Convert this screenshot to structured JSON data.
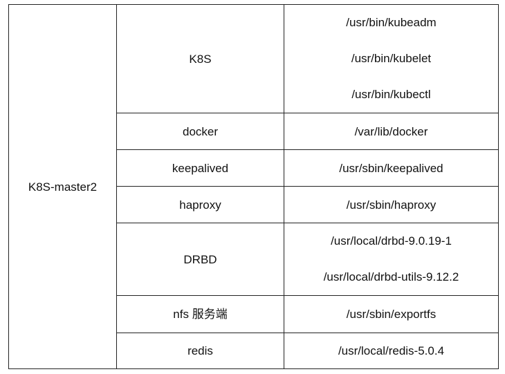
{
  "host": "K8S-master2",
  "rows": [
    {
      "service": "K8S",
      "paths": [
        "/usr/bin/kubeadm",
        "/usr/bin/kubelet",
        "/usr/bin/kubectl"
      ]
    },
    {
      "service": "docker",
      "paths": [
        "/var/lib/docker"
      ]
    },
    {
      "service": "keepalived",
      "paths": [
        "/usr/sbin/keepalived"
      ]
    },
    {
      "service": "haproxy",
      "paths": [
        "/usr/sbin/haproxy"
      ]
    },
    {
      "service": "DRBD",
      "paths": [
        "/usr/local/drbd-9.0.19-1",
        "/usr/local/drbd-utils-9.12.2"
      ]
    },
    {
      "service": "nfs 服务端",
      "paths": [
        "/usr/sbin/exportfs"
      ]
    },
    {
      "service": "redis",
      "paths": [
        "/usr/local/redis-5.0.4"
      ]
    }
  ]
}
